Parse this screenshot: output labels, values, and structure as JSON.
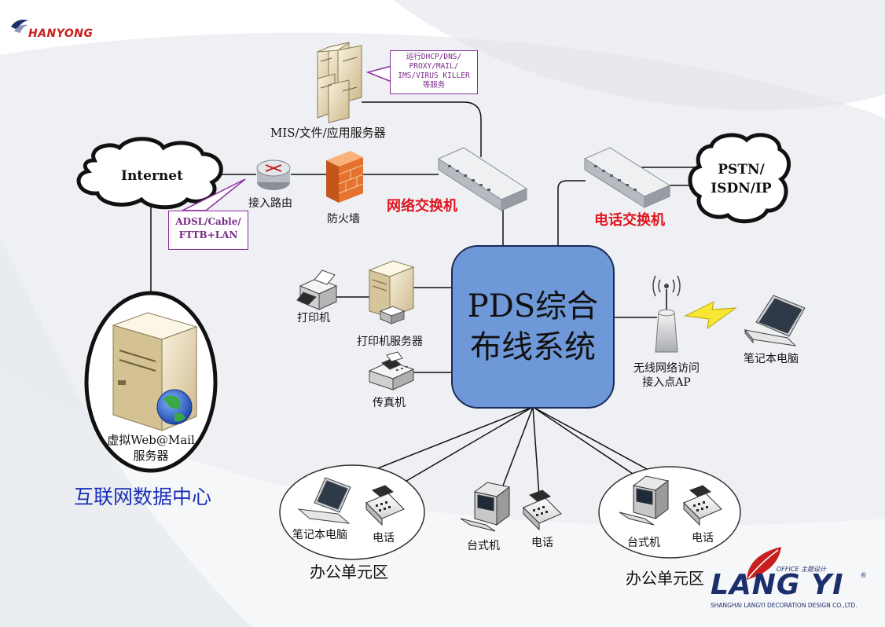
{
  "brand": {
    "left_logo": "HANYONG",
    "right_logo_main": "LANG YI",
    "right_logo_tag": "OFFICE 主题设计",
    "right_logo_sub": "SHANGHAI LANGYI DECORATION DESIGN CO.,LTD.",
    "right_logo_reg": "®"
  },
  "center": {
    "line1": "PDS综合",
    "line2": "布线系统"
  },
  "cloud_internet": "Internet",
  "cloud_pstn": {
    "line1": "PSTN/",
    "line2": "ISDN/IP"
  },
  "callout_services": {
    "line1": "运行DHCP/DNS/",
    "line2": "PROXY/MAIL/",
    "line3": "IMS/VIRUS KILLER",
    "line4": "等服务"
  },
  "callout_access": {
    "line1": "ADSL/Cable/",
    "line2": "FTTB+LAN"
  },
  "labels": {
    "mis_server": "MIS/文件/应用服务器",
    "router": "接入路由",
    "firewall": "防火墙",
    "network_switch": "网络交换机",
    "phone_switch": "电话交换机",
    "printer": "打印机",
    "print_server": "打印机服务器",
    "fax": "传真机",
    "ap_line1": "无线网络访问",
    "ap_line2": "接入点AP",
    "laptop_wireless": "笔记本电脑",
    "virtual_server_line1": "虚拟Web@Mail",
    "virtual_server_line2": "服务器",
    "datacenter": "互联网数据中心",
    "office1_laptop": "笔记本电脑",
    "office1_phone": "电话",
    "office1_area": "办公单元区",
    "mid_desktop": "台式机",
    "mid_phone": "电话",
    "office2_desktop": "台式机",
    "office2_phone": "电话",
    "office2_area": "办公单元区"
  },
  "colors": {
    "center_fill": "#6f98d8",
    "callout_border": "#8a2f9e",
    "red_label": "#e0141e",
    "blue_title": "#1a2fb5",
    "logo_red": "#c81e1e",
    "logo_navy": "#1c2f6b"
  }
}
